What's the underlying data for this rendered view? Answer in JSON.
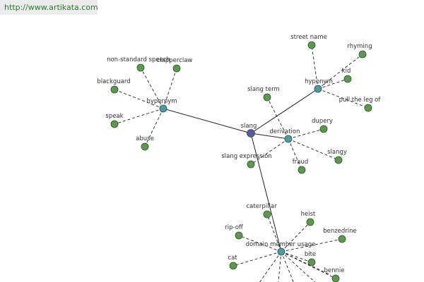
{
  "site": {
    "url": "http://www.artikata.com"
  },
  "colors": {
    "leaf_node": "#5a9a4a",
    "hub_node": "#4a9aaa",
    "center_node": "#5a5aaa",
    "edge": "#222222"
  },
  "graph": {
    "center": "slang",
    "hubs": [
      "hypernym",
      "hyponym",
      "derivation",
      "domain member usage"
    ],
    "children": {
      "hypernym": [
        "non-standard speech",
        "clapperclaw",
        "blackguard",
        "speak",
        "abuse"
      ],
      "hyponym": [
        "street name",
        "rhyming",
        "kid",
        "pull the leg of"
      ],
      "derivation": [
        "slang term",
        "dupery",
        "slangy",
        "fraud",
        "slang expression"
      ],
      "domain member usage": [
        "caterpillar",
        "heist",
        "rip-off",
        "benzedrine",
        "cat",
        "bite",
        "bennie"
      ]
    }
  }
}
